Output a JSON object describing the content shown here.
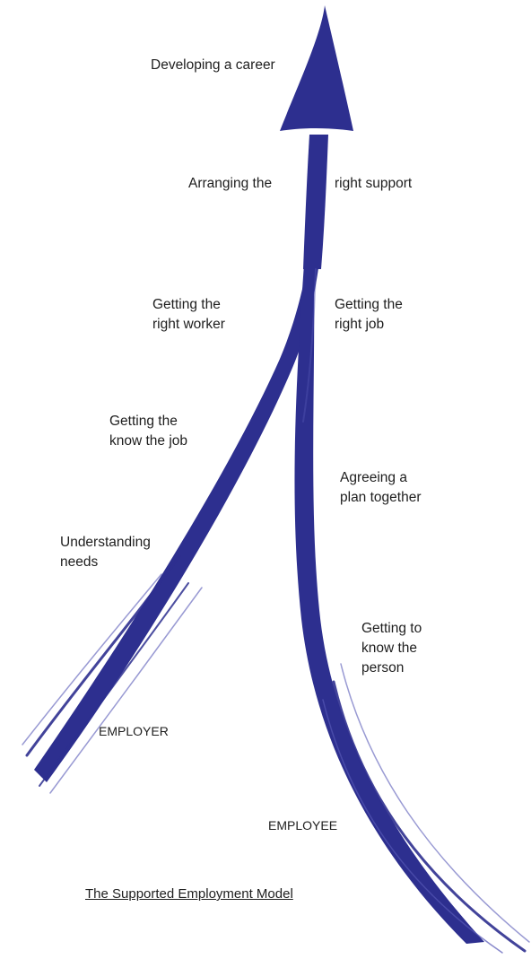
{
  "colors": {
    "arrow": "#2d2f8f",
    "arrow_light": "#5557b5",
    "text": "#1e1e1e"
  },
  "top": {
    "label": "Developing a career"
  },
  "support": {
    "left": "Arranging the",
    "right": "right support"
  },
  "employer_side": {
    "title": "EMPLOYER",
    "steps": [
      [
        "Understanding",
        "needs"
      ],
      [
        "Getting the",
        "know the job"
      ],
      [
        "Getting the",
        "right worker"
      ]
    ]
  },
  "employee_side": {
    "title": "EMPLOYEE",
    "steps": [
      [
        "Getting to",
        "know the",
        "person"
      ],
      [
        "Agreeing a",
        "plan together"
      ],
      [
        "Getting the",
        "right job"
      ]
    ]
  },
  "caption": "The Supported Employment Model"
}
